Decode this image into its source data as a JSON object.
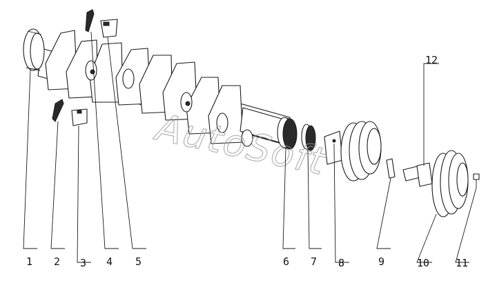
{
  "watermark": {
    "text": "AutoSoft"
  },
  "callouts": [
    {
      "label": "1"
    },
    {
      "label": "2"
    },
    {
      "label": "3"
    },
    {
      "label": "4"
    },
    {
      "label": "5"
    },
    {
      "label": "6"
    },
    {
      "label": "7"
    },
    {
      "label": "8"
    },
    {
      "label": "9"
    },
    {
      "label": "10"
    },
    {
      "label": "11"
    },
    {
      "label": "12"
    }
  ]
}
